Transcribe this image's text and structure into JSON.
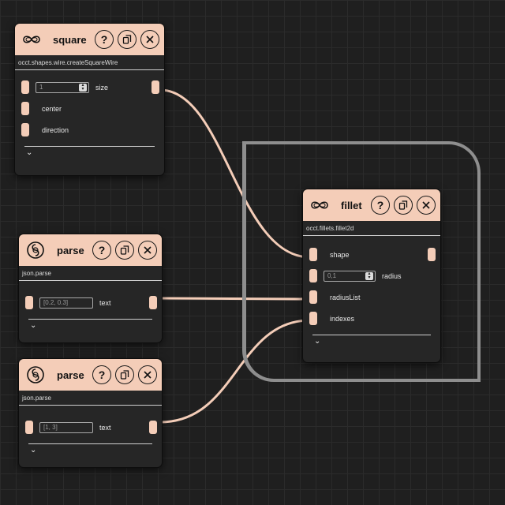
{
  "nodes": {
    "square": {
      "title": "square",
      "function": "occt.shapes.wire.createSquareWire",
      "inputs": {
        "size_value": "1",
        "size_label": "size",
        "center_label": "center",
        "direction_label": "direction"
      }
    },
    "parse1": {
      "title": "parse",
      "function": "json.parse",
      "inputs": {
        "text_value": "[0.2, 0.3]",
        "text_label": "text"
      }
    },
    "parse2": {
      "title": "parse",
      "function": "json.parse",
      "inputs": {
        "text_value": "[1, 3]",
        "text_label": "text"
      }
    },
    "fillet": {
      "title": "fillet",
      "function": "occt.fillets.fillet2d",
      "inputs": {
        "shape_label": "shape",
        "radius_value": "0,1",
        "radius_label": "radius",
        "radiusList_label": "radiusList",
        "indexes_label": "indexes"
      }
    }
  },
  "header_buttons": {
    "help": "?",
    "copy": "copy-icon",
    "close": "close-icon"
  },
  "colors": {
    "accent": "#f4cdb8",
    "node_bg": "#262626",
    "canvas_bg": "#1f1f1f",
    "group_frame": "#8e8e8e"
  }
}
